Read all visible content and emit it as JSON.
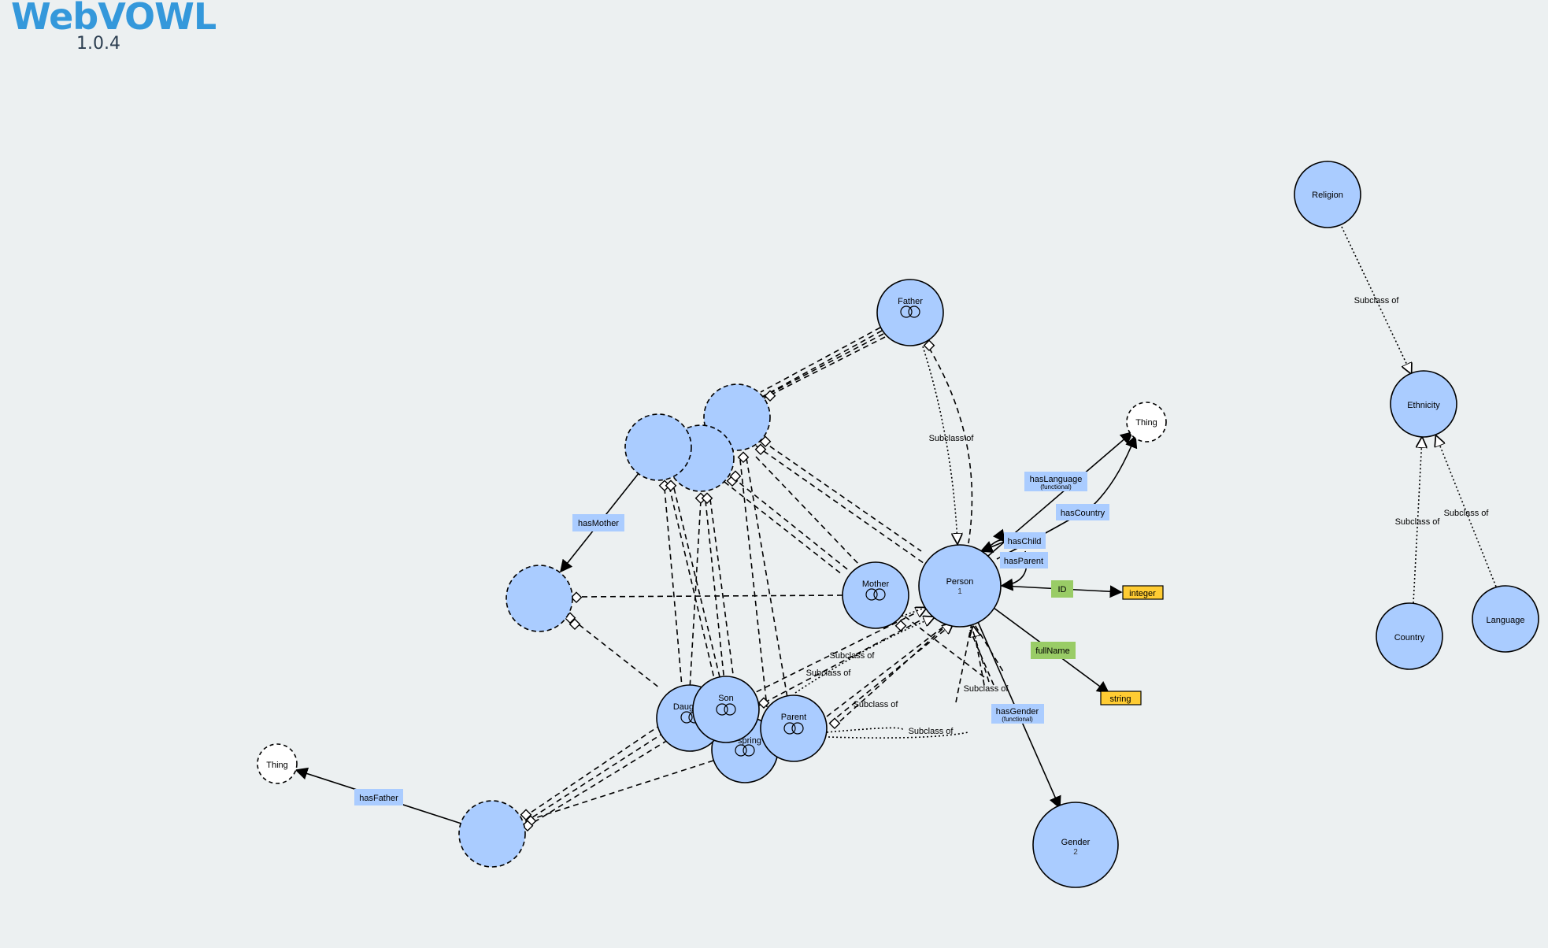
{
  "logo": {
    "title": "WebVOWL",
    "version": "1.0.4"
  },
  "colors": {
    "class": "#aaccff",
    "datatype": "#ffcc33",
    "datatype_property": "#99cc66",
    "title": "#3498db",
    "background": "#ecf0f1"
  },
  "classes": {
    "religion": "Religion",
    "ethnicity": "Ethnicity",
    "country": "Country",
    "language": "Language",
    "father": "Father",
    "mother": "Mother",
    "person": "Person",
    "person_count": "1",
    "gender": "Gender",
    "gender_count": "2",
    "daughter": "Daug",
    "son": "Son",
    "offspring": "spring",
    "parent": "Parent",
    "thing_right": "Thing",
    "thing_left": "Thing"
  },
  "properties": {
    "hasLanguage": "hasLanguage",
    "hasLanguage_note": "(functional)",
    "hasCountry": "hasCountry",
    "hasChild": "hasChild",
    "hasParent": "hasParent",
    "hasMother": "hasMother",
    "hasFather": "hasFather",
    "hasGender": "hasGender",
    "hasGender_note": "(functional)",
    "ID": "ID",
    "fullName": "fullName"
  },
  "datatypes": {
    "integer": "integer",
    "string": "string"
  },
  "subclass_label": "Subclass of"
}
